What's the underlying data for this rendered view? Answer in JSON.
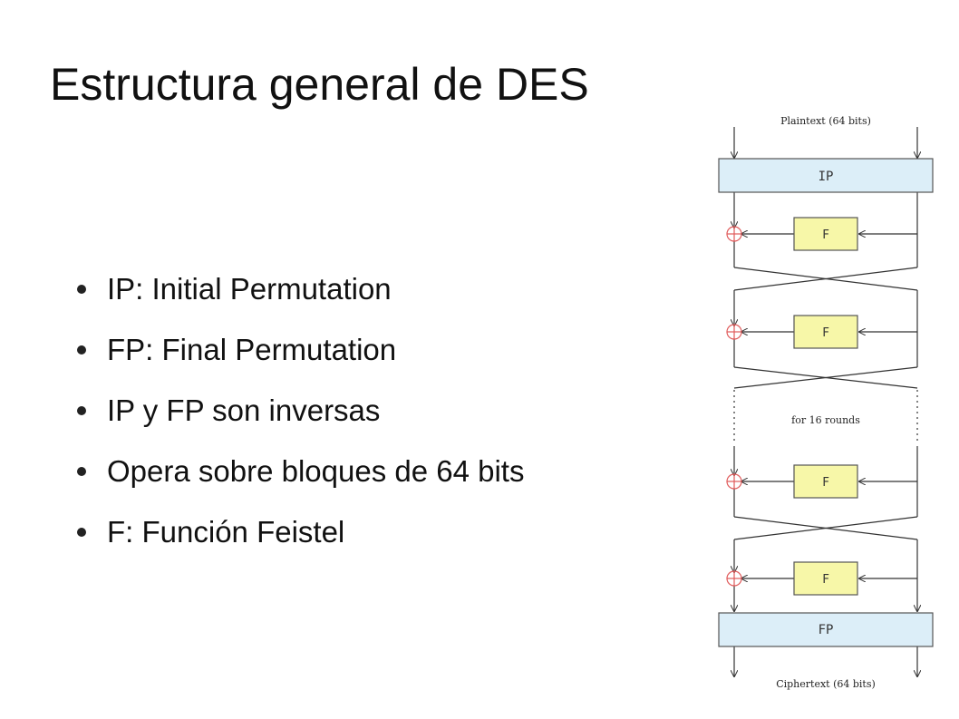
{
  "slide": {
    "title": "Estructura general de DES",
    "bullets": [
      "IP: Initial Permutation",
      "FP: Final Permutation",
      "IP y FP son inversas",
      "Opera sobre bloques de 64 bits",
      "F: Función Feistel"
    ]
  },
  "diagram": {
    "input_label": "Plaintext (64 bits)",
    "ip_label": "IP",
    "fp_label": "FP",
    "f_label": "F",
    "repeat_label": "for 16 rounds",
    "output_label": "Ciphertext (64 bits)",
    "colors": {
      "permutation_box_fill": "#dceef8",
      "f_box_fill": "#f7f7a8",
      "xor_stroke": "#e05a5a",
      "line": "#333333"
    }
  }
}
